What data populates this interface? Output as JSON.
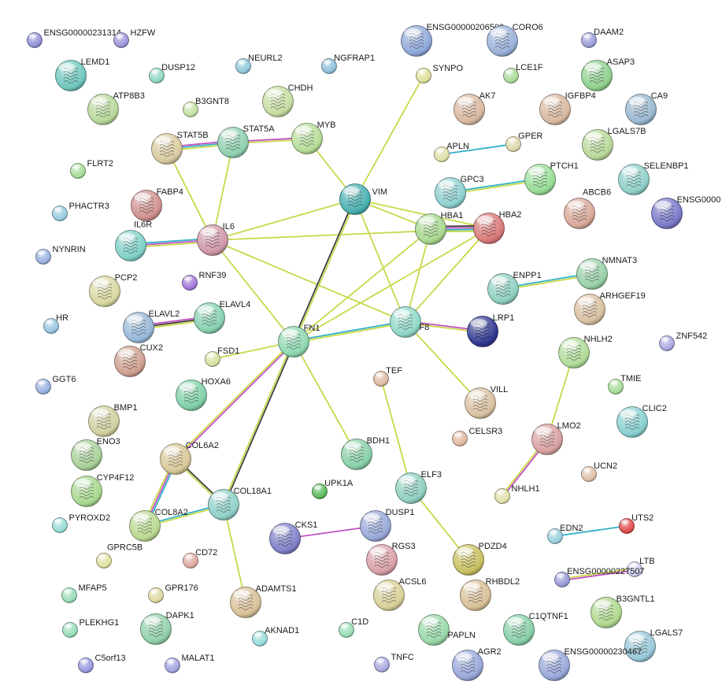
{
  "nodes": [
    {
      "id": "ENSG00000231314",
      "label": "ENSG00000231314",
      "color": "#8e8fd6",
      "size": "small",
      "structure": false
    },
    {
      "id": "HZFW",
      "label": "HZFW",
      "color": "#9a92d8",
      "size": "small",
      "structure": false
    },
    {
      "id": "LEMD1",
      "label": "LEMD1",
      "color": "#6fc7bd",
      "size": "large",
      "structure": true
    },
    {
      "id": "DUSP12",
      "label": "DUSP12",
      "color": "#8fd6c3",
      "size": "small",
      "structure": false
    },
    {
      "id": "NEURL2",
      "label": "NEURL2",
      "color": "#8ec8d8",
      "size": "small",
      "structure": false
    },
    {
      "id": "NGFRAP1",
      "label": "NGFRAP1",
      "color": "#8ebfd8",
      "size": "small",
      "structure": false
    },
    {
      "id": "ENSG00000206500",
      "label": "ENSG00000206500",
      "color": "#8fa8d8",
      "size": "large",
      "structure": true
    },
    {
      "id": "CORO6",
      "label": "CORO6",
      "color": "#9ab0d8",
      "size": "large",
      "structure": true
    },
    {
      "id": "DAAM2",
      "label": "DAAM2",
      "color": "#9a9cd8",
      "size": "small",
      "structure": false
    },
    {
      "id": "SYNPO",
      "label": "SYNPO",
      "color": "#dede9a",
      "size": "small",
      "structure": false
    },
    {
      "id": "LCE1F",
      "label": "LCE1F",
      "color": "#a8dc98",
      "size": "small",
      "structure": false
    },
    {
      "id": "ASAP3",
      "label": "ASAP3",
      "color": "#8fd08f",
      "size": "large",
      "structure": true
    },
    {
      "id": "ATP8B3",
      "label": "ATP8B3",
      "color": "#b8d89a",
      "size": "large",
      "structure": true
    },
    {
      "id": "B3GNT8",
      "label": "B3GNT8",
      "color": "#c2e0a0",
      "size": "small",
      "structure": false
    },
    {
      "id": "CHDH",
      "label": "CHDH",
      "color": "#c5dca0",
      "size": "large",
      "structure": true
    },
    {
      "id": "AK7",
      "label": "AK7",
      "color": "#d8b8a0",
      "size": "large",
      "structure": true
    },
    {
      "id": "IGFBP4",
      "label": "IGFBP4",
      "color": "#d8b8a0",
      "size": "large",
      "structure": true
    },
    {
      "id": "CA9",
      "label": "CA9",
      "color": "#9ab8d0",
      "size": "large",
      "structure": true
    },
    {
      "id": "STAT5B",
      "label": "STAT5B",
      "color": "#d8caa0",
      "size": "large",
      "structure": true
    },
    {
      "id": "STAT5A",
      "label": "STAT5A",
      "color": "#8fd0b0",
      "size": "large",
      "structure": true
    },
    {
      "id": "MYB",
      "label": "MYB",
      "color": "#b6dc98",
      "size": "large",
      "structure": true
    },
    {
      "id": "APLN",
      "label": "APLN",
      "color": "#e0e0a8",
      "size": "small",
      "structure": false
    },
    {
      "id": "GPER",
      "label": "GPER",
      "color": "#e0d8a8",
      "size": "small",
      "structure": false
    },
    {
      "id": "LGALS7B",
      "label": "LGALS7B",
      "color": "#b8d89a",
      "size": "large",
      "structure": true
    },
    {
      "id": "FLRT2",
      "label": "FLRT2",
      "color": "#a8dc98",
      "size": "small",
      "structure": false
    },
    {
      "id": "FABP4",
      "label": "FABP4",
      "color": "#d09090",
      "size": "large",
      "structure": true
    },
    {
      "id": "VIM",
      "label": "VIM",
      "color": "#48b0b0",
      "size": "large",
      "structure": true
    },
    {
      "id": "GPC3",
      "label": "GPC3",
      "color": "#8fd0d0",
      "size": "large",
      "structure": true
    },
    {
      "id": "PTCH1",
      "label": "PTCH1",
      "color": "#98dc98",
      "size": "large",
      "structure": true
    },
    {
      "id": "SELENBP1",
      "label": "SELENBP1",
      "color": "#8fd0c8",
      "size": "large",
      "structure": true
    },
    {
      "id": "ENSG0000",
      "label": "ENSG0000",
      "color": "#7878c8",
      "size": "large",
      "structure": true
    },
    {
      "id": "PHACTR3",
      "label": "PHACTR3",
      "color": "#98cce0",
      "size": "small",
      "structure": false
    },
    {
      "id": "IL6R",
      "label": "IL6R",
      "color": "#80d0c8",
      "size": "large",
      "structure": true
    },
    {
      "id": "IL6",
      "label": "IL6",
      "color": "#d098a8",
      "size": "large",
      "structure": true
    },
    {
      "id": "HBA1",
      "label": "HBA1",
      "color": "#a8d890",
      "size": "large",
      "structure": true
    },
    {
      "id": "HBA2",
      "label": "HBA2",
      "color": "#d87878",
      "size": "large",
      "structure": true
    },
    {
      "id": "ABCB6",
      "label": "ABCB6",
      "color": "#d8a898",
      "size": "large",
      "structure": true
    },
    {
      "id": "NYNRIN",
      "label": "NYNRIN",
      "color": "#98b0e0",
      "size": "small",
      "structure": false
    },
    {
      "id": "PCP2",
      "label": "PCP2",
      "color": "#d8d8a0",
      "size": "large",
      "structure": true
    },
    {
      "id": "RNF39",
      "label": "RNF39",
      "color": "#a078d8",
      "size": "small",
      "structure": false
    },
    {
      "id": "ENPP1",
      "label": "ENPP1",
      "color": "#8fd0c0",
      "size": "large",
      "structure": true
    },
    {
      "id": "NMNAT3",
      "label": "NMNAT3",
      "color": "#98d0a8",
      "size": "large",
      "structure": true
    },
    {
      "id": "ARHGEF19",
      "label": "ARHGEF19",
      "color": "#d8c0a0",
      "size": "large",
      "structure": true
    },
    {
      "id": "HR",
      "label": "HR",
      "color": "#98c4e0",
      "size": "small",
      "structure": false
    },
    {
      "id": "ELAVL2",
      "label": "ELAVL2",
      "color": "#98b8d8",
      "size": "large",
      "structure": true
    },
    {
      "id": "ELAVL4",
      "label": "ELAVL4",
      "color": "#88d0b0",
      "size": "large",
      "structure": true
    },
    {
      "id": "F8",
      "label": "F8",
      "color": "#90d8c8",
      "size": "large",
      "structure": true
    },
    {
      "id": "LRP1",
      "label": "LRP1",
      "color": "#303890",
      "size": "large",
      "structure": true
    },
    {
      "id": "CUX2",
      "label": "CUX2",
      "color": "#d0a090",
      "size": "large",
      "structure": true
    },
    {
      "id": "FN1",
      "label": "FN1",
      "color": "#8fd8b0",
      "size": "large",
      "structure": true
    },
    {
      "id": "FSD1",
      "label": "FSD1",
      "color": "#d8e0a0",
      "size": "small",
      "structure": false
    },
    {
      "id": "NHLH2",
      "label": "NHLH2",
      "color": "#b0dc98",
      "size": "large",
      "structure": true
    },
    {
      "id": "ZNF542",
      "label": "ZNF542",
      "color": "#a8a8e0",
      "size": "small",
      "structure": false
    },
    {
      "id": "GGT6",
      "label": "GGT6",
      "color": "#98b0e0",
      "size": "small",
      "structure": false
    },
    {
      "id": "HOXA6",
      "label": "HOXA6",
      "color": "#80d0a8",
      "size": "large",
      "structure": true
    },
    {
      "id": "TEF",
      "label": "TEF",
      "color": "#e0b8a0",
      "size": "small",
      "structure": false
    },
    {
      "id": "TMIE",
      "label": "TMIE",
      "color": "#a8dc98",
      "size": "small",
      "structure": false
    },
    {
      "id": "VILL",
      "label": "VILL",
      "color": "#d8c0a0",
      "size": "large",
      "structure": true
    },
    {
      "id": "CLIC2",
      "label": "CLIC2",
      "color": "#88d0d0",
      "size": "large",
      "structure": true
    },
    {
      "id": "BMP1",
      "label": "BMP1",
      "color": "#d0d0a0",
      "size": "large",
      "structure": true
    },
    {
      "id": "ENO3",
      "label": "ENO3",
      "color": "#a8d098",
      "size": "large",
      "structure": true
    },
    {
      "id": "CELSR3",
      "label": "CELSR3",
      "color": "#e0b8a0",
      "size": "small",
      "structure": false
    },
    {
      "id": "LMO2",
      "label": "LMO2",
      "color": "#d8a0a0",
      "size": "large",
      "structure": true
    },
    {
      "id": "COL6A2",
      "label": "COL6A2",
      "color": "#d8c898",
      "size": "large",
      "structure": true
    },
    {
      "id": "BDH1",
      "label": "BDH1",
      "color": "#88d0a8",
      "size": "large",
      "structure": true
    },
    {
      "id": "CYP4F12",
      "label": "CYP4F12",
      "color": "#a8d890",
      "size": "large",
      "structure": true
    },
    {
      "id": "UCN2",
      "label": "UCN2",
      "color": "#e0c0a8",
      "size": "small",
      "structure": false
    },
    {
      "id": "ELF3",
      "label": "ELF3",
      "color": "#90d0c0",
      "size": "large",
      "structure": true
    },
    {
      "id": "UPK1A",
      "label": "UPK1A",
      "color": "#58b858",
      "size": "small",
      "structure": false
    },
    {
      "id": "COL18A1",
      "label": "COL18A1",
      "color": "#90d0c8",
      "size": "large",
      "structure": true
    },
    {
      "id": "NHLH1",
      "label": "NHLH1",
      "color": "#e0e0a8",
      "size": "small",
      "structure": false
    },
    {
      "id": "PYROXD2",
      "label": "PYROXD2",
      "color": "#98dcd8",
      "size": "small",
      "structure": false
    },
    {
      "id": "COL8A2",
      "label": "COL8A2",
      "color": "#b8d890",
      "size": "large",
      "structure": true
    },
    {
      "id": "CKS1",
      "label": "CKS1",
      "color": "#8080c8",
      "size": "large",
      "structure": true
    },
    {
      "id": "DUSP1",
      "label": "DUSP1",
      "color": "#98a8d8",
      "size": "large",
      "structure": true
    },
    {
      "id": "EDN2",
      "label": "EDN2",
      "color": "#98d0e0",
      "size": "small",
      "structure": false
    },
    {
      "id": "UTS2",
      "label": "UTS2",
      "color": "#e04848",
      "size": "small",
      "structure": false
    },
    {
      "id": "GPRC5B",
      "label": "GPRC5B",
      "color": "#e0e0a0",
      "size": "small",
      "structure": false
    },
    {
      "id": "CD72",
      "label": "CD72",
      "color": "#e0a8a0",
      "size": "small",
      "structure": false
    },
    {
      "id": "RGS3",
      "label": "RGS3",
      "color": "#d8a0a8",
      "size": "large",
      "structure": true
    },
    {
      "id": "PDZD4",
      "label": "PDZD4",
      "color": "#c8c060",
      "size": "large",
      "structure": true
    },
    {
      "id": "LTB",
      "label": "LTB",
      "color": "#d0d0f0",
      "size": "small",
      "structure": false
    },
    {
      "id": "ENSG00000227507",
      "label": "ENSG00000227507",
      "color": "#9898d8",
      "size": "small",
      "structure": false
    },
    {
      "id": "MFAP5",
      "label": "MFAP5",
      "color": "#98dcb8",
      "size": "small",
      "structure": false
    },
    {
      "id": "GPR176",
      "label": "GPR176",
      "color": "#e0d8a0",
      "size": "small",
      "structure": false
    },
    {
      "id": "ADAMTS1",
      "label": "ADAMTS1",
      "color": "#d8c098",
      "size": "large",
      "structure": true
    },
    {
      "id": "ACSL6",
      "label": "ACSL6",
      "color": "#d8d098",
      "size": "large",
      "structure": true
    },
    {
      "id": "RHBDL2",
      "label": "RHBDL2",
      "color": "#d8c098",
      "size": "large",
      "structure": true
    },
    {
      "id": "B3GNTL1",
      "label": "B3GNTL1",
      "color": "#b0d890",
      "size": "large",
      "structure": true
    },
    {
      "id": "PLEKHG1",
      "label": "PLEKHG1",
      "color": "#98dcb8",
      "size": "small",
      "structure": false
    },
    {
      "id": "DAPK1",
      "label": "DAPK1",
      "color": "#90d0a8",
      "size": "large",
      "structure": true
    },
    {
      "id": "AKNAD1",
      "label": "AKNAD1",
      "color": "#98dcdc",
      "size": "small",
      "structure": false
    },
    {
      "id": "C1D",
      "label": "C1D",
      "color": "#98dcb8",
      "size": "small",
      "structure": false
    },
    {
      "id": "PAPLN",
      "label": "PAPLN",
      "color": "#98d8a8",
      "size": "large",
      "structure": true
    },
    {
      "id": "C1QTNF1",
      "label": "C1QTNF1",
      "color": "#88d0a8",
      "size": "large",
      "structure": true
    },
    {
      "id": "LGALS7",
      "label": "LGALS7",
      "color": "#98c8d8",
      "size": "large",
      "structure": true
    },
    {
      "id": "C5orf13",
      "label": "C5orf13",
      "color": "#9898e0",
      "size": "small",
      "structure": false
    },
    {
      "id": "MALAT1",
      "label": "MALAT1",
      "color": "#a0a0e0",
      "size": "small",
      "structure": false
    },
    {
      "id": "TNFC",
      "label": "TNFC",
      "color": "#a8a8e0",
      "size": "small",
      "structure": false
    },
    {
      "id": "AGR2",
      "label": "AGR2",
      "color": "#98a8d8",
      "size": "large",
      "structure": true
    },
    {
      "id": "ENSG00000230467",
      "label": "ENSG00000230467",
      "color": "#98a8d8",
      "size": "large",
      "structure": true
    }
  ],
  "edges": [
    {
      "source": "STAT5B",
      "target": "STAT5A",
      "evidence": [
        "#c050c0",
        "#30b0c8",
        "#c8d848"
      ]
    },
    {
      "source": "STAT5B",
      "target": "IL6",
      "evidence": [
        "#c8d848"
      ]
    },
    {
      "source": "STAT5A",
      "target": "MYB",
      "evidence": [
        "#c050c0",
        "#c8d848"
      ]
    },
    {
      "source": "STAT5A",
      "target": "IL6",
      "evidence": [
        "#c8d848"
      ]
    },
    {
      "source": "IL6R",
      "target": "IL6",
      "evidence": [
        "#30b0c8",
        "#c050c0",
        "#c8d848"
      ]
    },
    {
      "source": "IL6",
      "target": "VIM",
      "evidence": [
        "#c8d848"
      ]
    },
    {
      "source": "IL6",
      "target": "FN1",
      "evidence": [
        "#c8d848"
      ]
    },
    {
      "source": "IL6",
      "target": "F8",
      "evidence": [
        "#c8d848"
      ]
    },
    {
      "source": "IL6",
      "target": "HBA2",
      "evidence": [
        "#c8d848"
      ]
    },
    {
      "source": "MYB",
      "target": "VIM",
      "evidence": [
        "#c8d848"
      ]
    },
    {
      "source": "SYNPO",
      "target": "VIM",
      "evidence": [
        "#c8d848"
      ]
    },
    {
      "source": "VIM",
      "target": "FN1",
      "evidence": [
        "#c8d848",
        "#404040"
      ]
    },
    {
      "source": "VIM",
      "target": "HBA1",
      "evidence": [
        "#c8d848"
      ]
    },
    {
      "source": "VIM",
      "target": "HBA2",
      "evidence": [
        "#c8d848"
      ]
    },
    {
      "source": "VIM",
      "target": "F8",
      "evidence": [
        "#c8d848"
      ]
    },
    {
      "source": "HBA1",
      "target": "HBA2",
      "evidence": [
        "#404040",
        "#c050c0",
        "#30b0c8",
        "#c8d848"
      ]
    },
    {
      "source": "HBA1",
      "target": "FN1",
      "evidence": [
        "#c8d848"
      ]
    },
    {
      "source": "HBA1",
      "target": "F8",
      "evidence": [
        "#c8d848"
      ]
    },
    {
      "source": "HBA2",
      "target": "F8",
      "evidence": [
        "#c8d848"
      ]
    },
    {
      "source": "HBA2",
      "target": "FN1",
      "evidence": [
        "#c8d848"
      ]
    },
    {
      "source": "APLN",
      "target": "GPER",
      "evidence": [
        "#30b0c8"
      ]
    },
    {
      "source": "GPC3",
      "target": "PTCH1",
      "evidence": [
        "#30b0c8",
        "#c8d848"
      ]
    },
    {
      "source": "ENPP1",
      "target": "NMNAT3",
      "evidence": [
        "#30b0c8",
        "#c8d848"
      ]
    },
    {
      "source": "ELAVL2",
      "target": "ELAVL4",
      "evidence": [
        "#c050c0",
        "#404040",
        "#c8d848"
      ]
    },
    {
      "source": "FN1",
      "target": "F8",
      "evidence": [
        "#30b0c8",
        "#c8d848"
      ]
    },
    {
      "source": "F8",
      "target": "LRP1",
      "evidence": [
        "#c050c0",
        "#c8d848"
      ]
    },
    {
      "source": "F8",
      "target": "VILL",
      "evidence": [
        "#c8d848"
      ]
    },
    {
      "source": "FN1",
      "target": "FSD1",
      "evidence": [
        "#c8d848"
      ]
    },
    {
      "source": "FN1",
      "target": "BDH1",
      "evidence": [
        "#c8d848"
      ]
    },
    {
      "source": "FN1",
      "target": "COL6A2",
      "evidence": [
        "#c050c0",
        "#c8d848"
      ]
    },
    {
      "source": "FN1",
      "target": "COL18A1",
      "evidence": [
        "#404040",
        "#c8d848"
      ]
    },
    {
      "source": "COL6A2",
      "target": "COL18A1",
      "evidence": [
        "#404040",
        "#c8d848"
      ]
    },
    {
      "source": "COL6A2",
      "target": "COL8A2",
      "evidence": [
        "#30b0c8",
        "#c050c0",
        "#c8d848"
      ]
    },
    {
      "source": "COL8A2",
      "target": "COL18A1",
      "evidence": [
        "#30b0c8",
        "#c8d848"
      ]
    },
    {
      "source": "COL18A1",
      "target": "ADAMTS1",
      "evidence": [
        "#c8d848"
      ]
    },
    {
      "source": "NHLH2",
      "target": "LMO2",
      "evidence": [
        "#c8d848"
      ]
    },
    {
      "source": "LMO2",
      "target": "NHLH1",
      "evidence": [
        "#c050c0",
        "#c8d848"
      ]
    },
    {
      "source": "TEF",
      "target": "ELF3",
      "evidence": [
        "#c8d848"
      ]
    },
    {
      "source": "ELF3",
      "target": "PDZD4",
      "evidence": [
        "#c8d848"
      ]
    },
    {
      "source": "CKS1",
      "target": "DUSP1",
      "evidence": [
        "#c050c0"
      ]
    },
    {
      "source": "EDN2",
      "target": "UTS2",
      "evidence": [
        "#30b0c8"
      ]
    },
    {
      "source": "LTB",
      "target": "ENSG00000227507",
      "evidence": [
        "#c050c0",
        "#c8d848"
      ]
    }
  ]
}
